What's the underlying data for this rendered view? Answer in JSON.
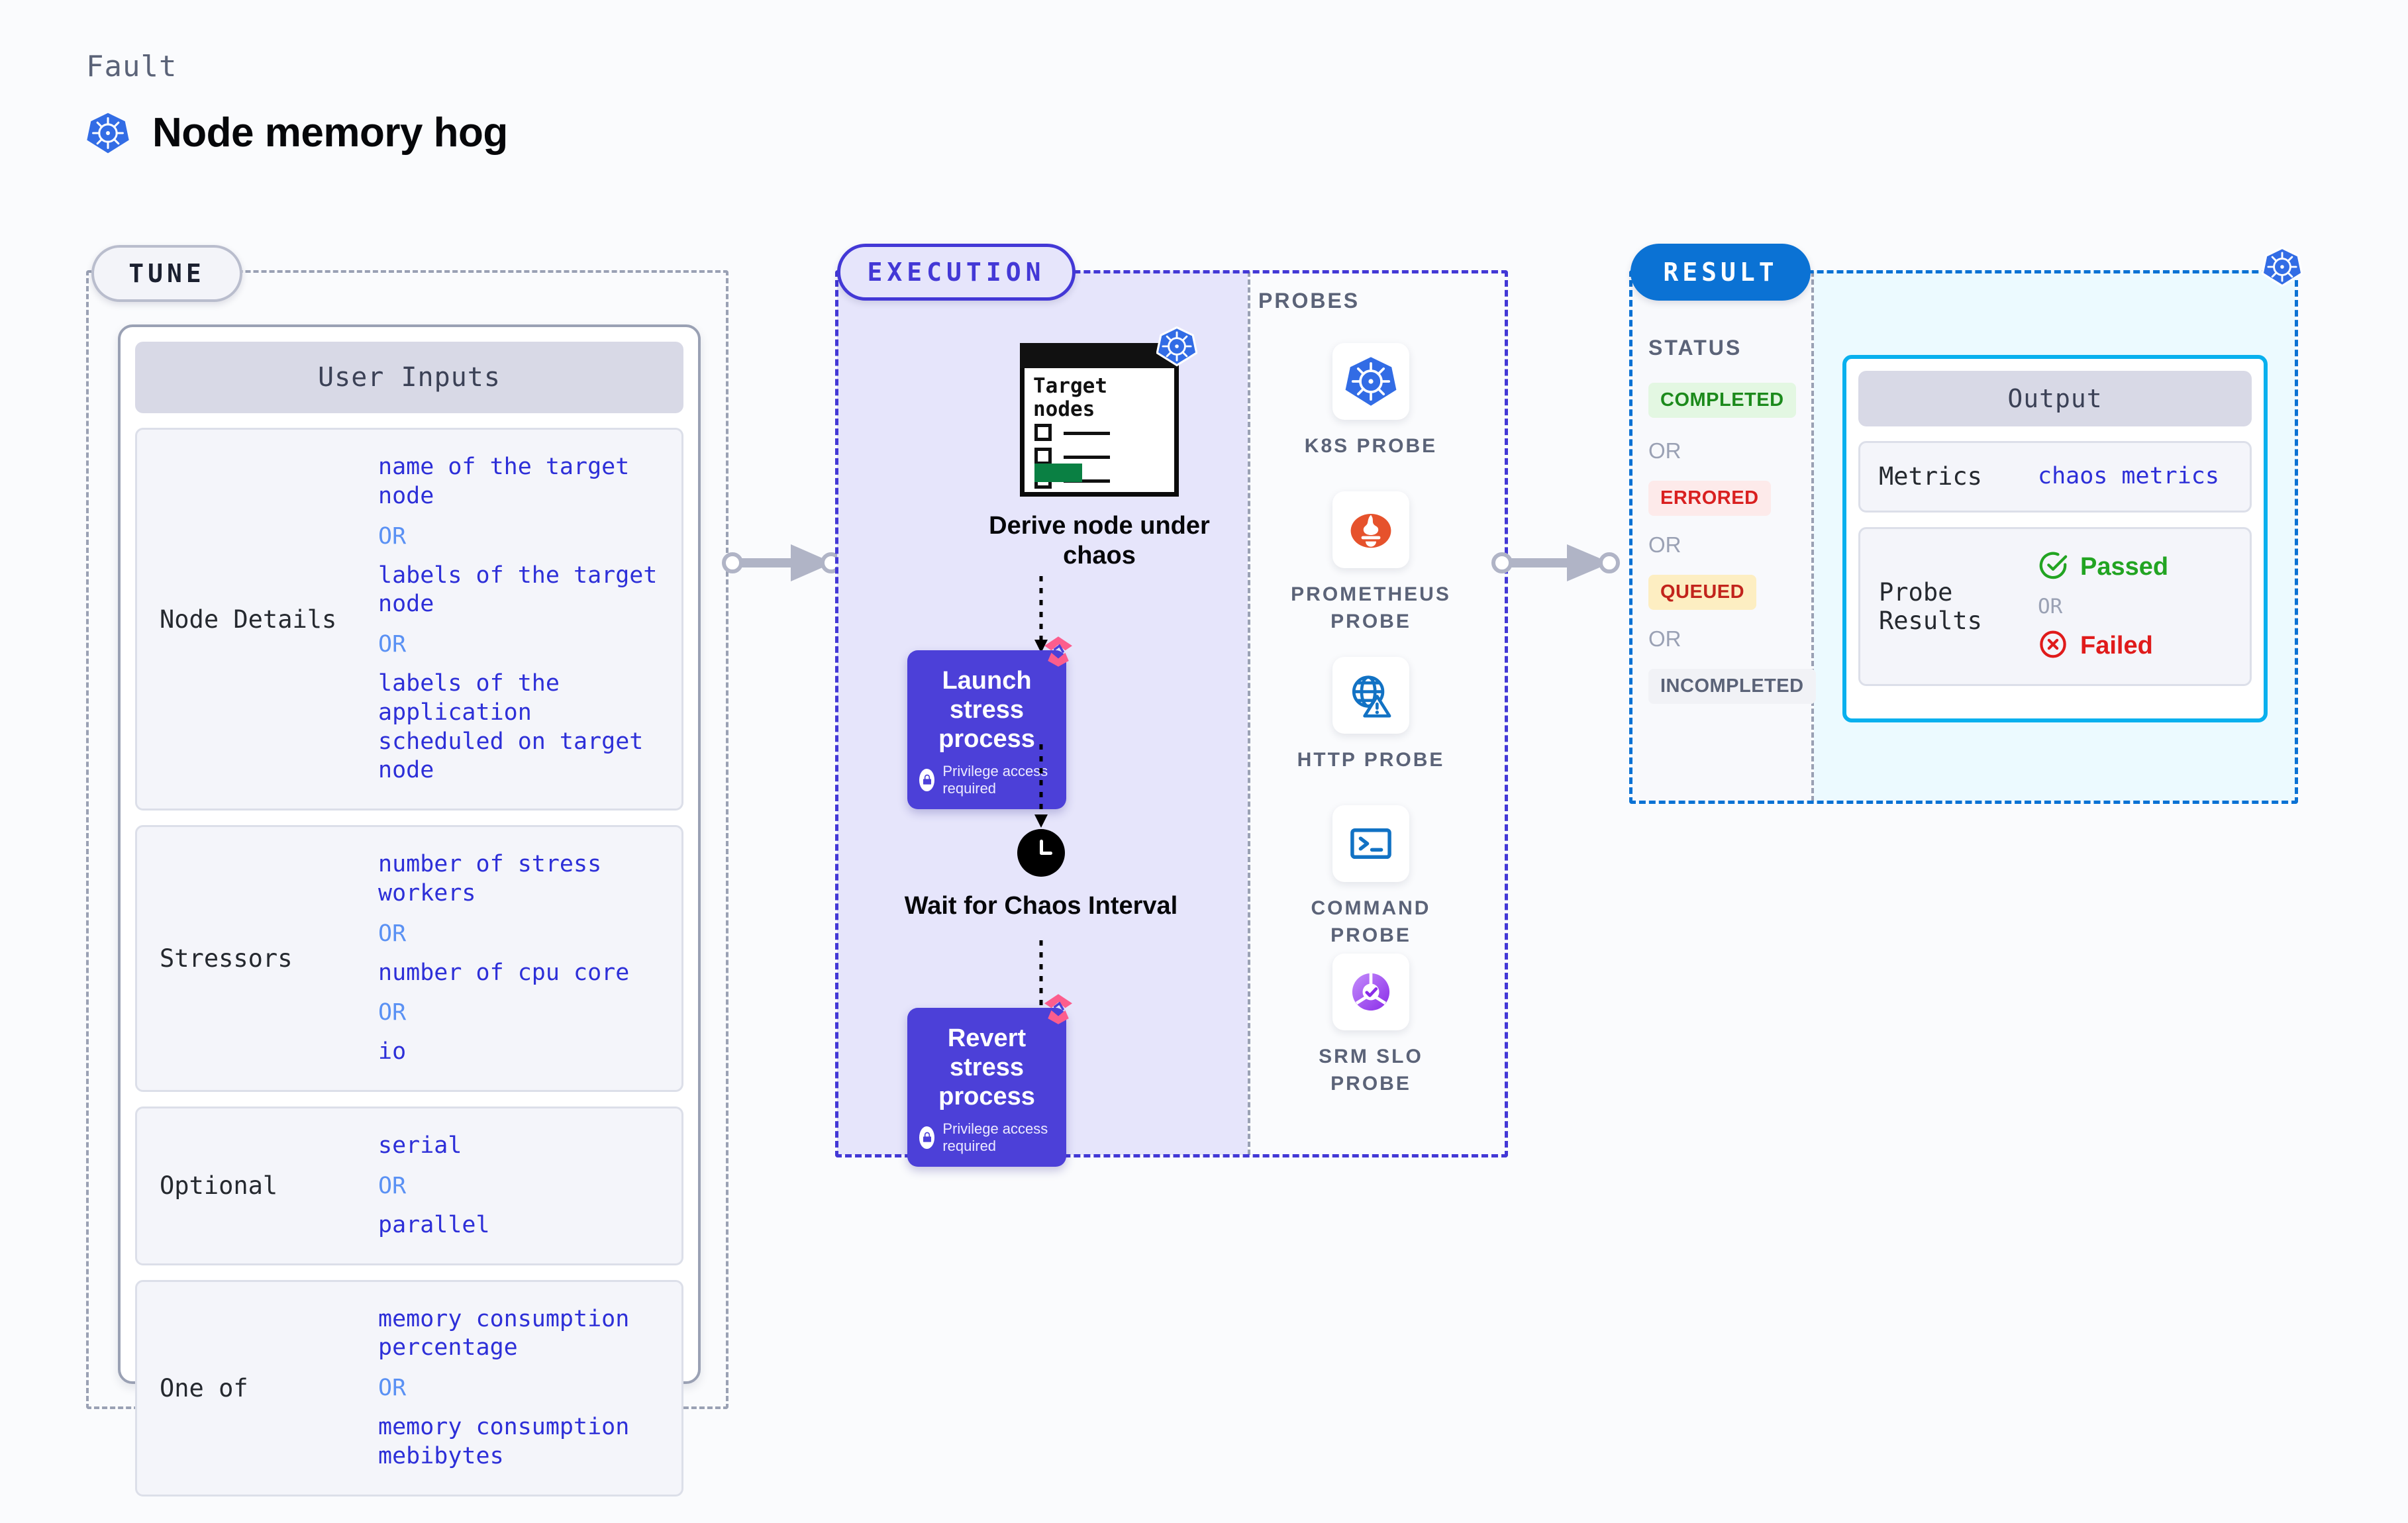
{
  "header": {
    "eyebrow": "Fault",
    "title": "Node memory hog",
    "icon": "kubernetes-icon"
  },
  "tune": {
    "pill": "TUNE",
    "card_title": "User Inputs",
    "rows": [
      {
        "key": "Node Details",
        "values": [
          "name of the target node",
          "labels of the target node",
          "labels of the application\n scheduled on target node"
        ],
        "or": "OR"
      },
      {
        "key": "Stressors",
        "values": [
          "number of stress workers",
          "number of cpu core",
          "io"
        ],
        "or": "OR"
      },
      {
        "key": "Optional",
        "values": [
          "serial",
          "parallel"
        ],
        "or": "OR"
      },
      {
        "key": "One of",
        "values": [
          "memory consumption percentage",
          "memory consumption mebibytes"
        ],
        "or": "OR"
      }
    ]
  },
  "execution": {
    "pill": "EXECUTION",
    "steps": [
      {
        "id": "derive-node",
        "icon": "document-checklist-icon",
        "doc_title": "Target nodes",
        "caption": "Derive node under chaos",
        "badge": "kubernetes-icon"
      },
      {
        "id": "launch-stress",
        "title": "Launch stress process",
        "subtitle": "Privilege access required",
        "lock": "lock-icon",
        "badge": "litmus-icon"
      },
      {
        "id": "wait-interval",
        "icon": "clock-icon",
        "caption": "Wait for Chaos Interval"
      },
      {
        "id": "revert-stress",
        "title": "Revert stress process",
        "subtitle": "Privilege access required",
        "lock": "lock-icon",
        "badge": "litmus-icon"
      }
    ]
  },
  "probes": {
    "label": "PROBES",
    "items": [
      {
        "label": "K8S PROBE",
        "icon": "kubernetes-icon"
      },
      {
        "label": "PROMETHEUS PROBE",
        "icon": "prometheus-icon"
      },
      {
        "label": "HTTP PROBE",
        "icon": "globe-warning-icon"
      },
      {
        "label": "COMMAND PROBE",
        "icon": "terminal-icon"
      },
      {
        "label": "SRM SLO PROBE",
        "icon": "srm-slo-icon"
      }
    ]
  },
  "result": {
    "pill": "RESULT",
    "k8s_icon": "kubernetes-icon",
    "status_label": "STATUS",
    "or": "OR",
    "statuses": [
      {
        "text": "COMPLETED",
        "fg": "#1c8a1c",
        "bg": "#e3f7e2"
      },
      {
        "text": "ERRORED",
        "fg": "#d92020",
        "bg": "#fdeaea"
      },
      {
        "text": "QUEUED",
        "fg": "#c2241c",
        "bg": "#fdeec2"
      },
      {
        "text": "INCOMPLETED",
        "fg": "#5b6378",
        "bg": "#f1f2f6"
      }
    ],
    "output": {
      "title": "Output",
      "rows": [
        {
          "key": "Metrics",
          "value": "chaos metrics"
        },
        {
          "key": "Probe Results",
          "pass": "Passed",
          "or": "OR",
          "fail": "Failed"
        }
      ]
    }
  },
  "colors": {
    "accent_purple": "#4338d6",
    "accent_blue": "#0b72d4",
    "accent_cyan": "#09b0ee",
    "value_blue": "#2d2fd8",
    "or_blue": "#5a91f4",
    "pink": "#fc5d8d",
    "grey_border": "#9aa1b4"
  }
}
